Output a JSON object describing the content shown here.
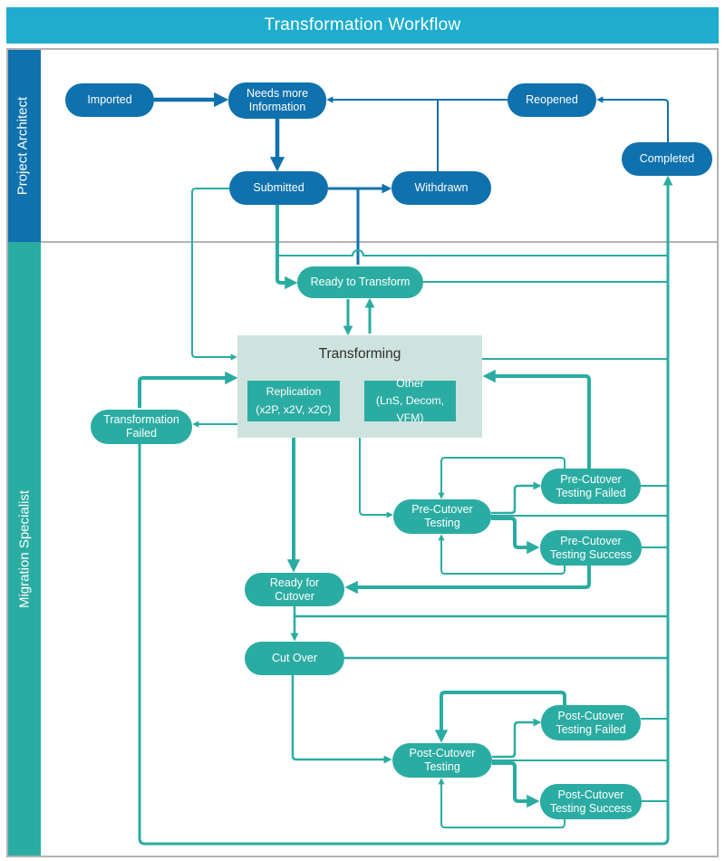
{
  "title": "Transformation Workflow",
  "lanes": {
    "architect": "Project Architect",
    "specialist": "Migration Specialist"
  },
  "nodes": {
    "imported": "Imported",
    "needs_more_info": "Needs more\nInformation",
    "reopened": "Reopened",
    "submitted": "Submitted",
    "withdrawn": "Withdrawn",
    "completed": "Completed",
    "ready_to_transform": "Ready to Transform",
    "transformation_failed": "Transformation\nFailed",
    "pre_cutover_testing": "Pre-Cutover\nTesting",
    "pre_cutover_testing_failed": "Pre-Cutover\nTesting Failed",
    "pre_cutover_testing_success": "Pre-Cutover\nTesting Success",
    "ready_for_cutover": "Ready for\nCutover",
    "cut_over": "Cut Over",
    "post_cutover_testing": "Post-Cutover\nTesting",
    "post_cutover_testing_failed": "Post-Cutover\nTesting Failed",
    "post_cutover_testing_success": "Post-Cutover\nTesting Success"
  },
  "transforming": {
    "title": "Transforming",
    "replication": "Replication\n(x2P, x2V, x2C)",
    "other": "Other\n(LnS, Decom, VFM)"
  },
  "colors": {
    "blue": "#0F71AD",
    "teal": "#2BACA2",
    "cyan": "#1EADCE",
    "container": "#CFE3DE",
    "border": "#B3B3B3"
  }
}
